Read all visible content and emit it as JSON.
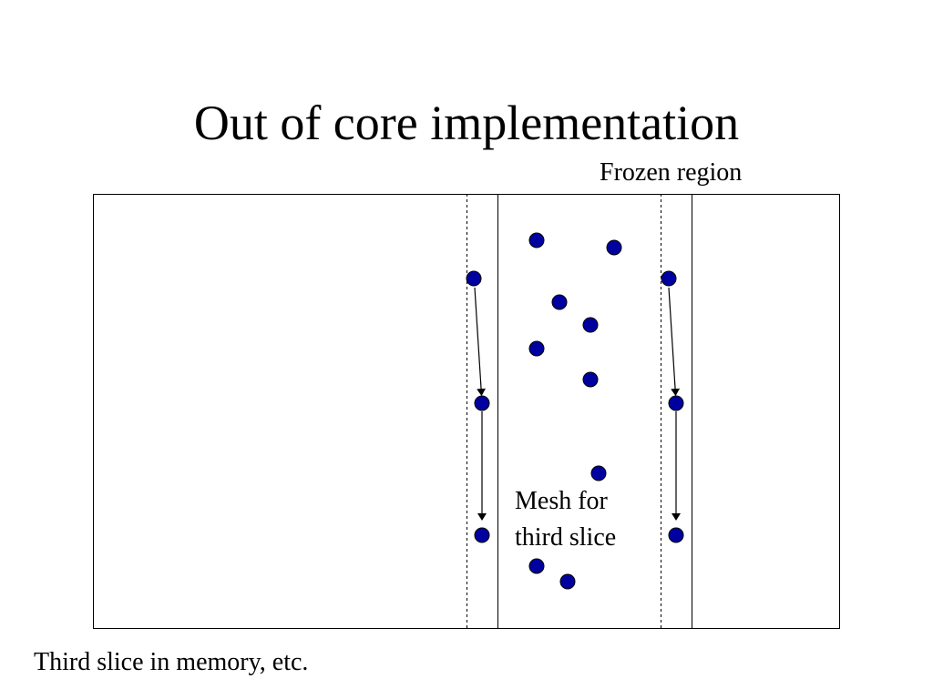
{
  "slide": {
    "title": "Out of core implementation",
    "caption": "Third slice in memory, etc."
  },
  "diagram": {
    "frozen_region_label": "Frozen region",
    "mesh_label_line1": "Mesh for",
    "mesh_label_line2": "third slice",
    "point_color": "#0000A0",
    "point_stroke": "#000000"
  }
}
